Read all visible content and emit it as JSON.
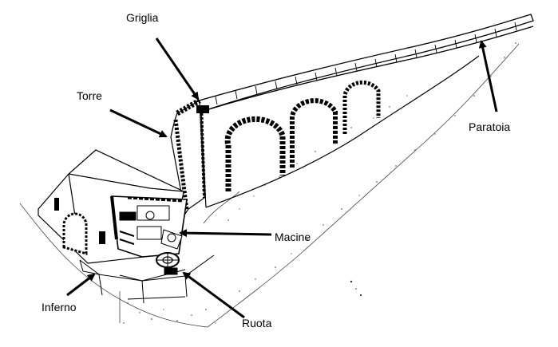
{
  "diagram": {
    "labels": {
      "griglia": "Griglia",
      "torre": "Torre",
      "paratoia": "Paratoia",
      "macine": "Macine",
      "inferno": "Inferno",
      "ruota": "Ruota"
    },
    "colors": {
      "ink": "#000000",
      "background": "#ffffff",
      "fill": "#ffffff",
      "grey": "#555555"
    }
  }
}
